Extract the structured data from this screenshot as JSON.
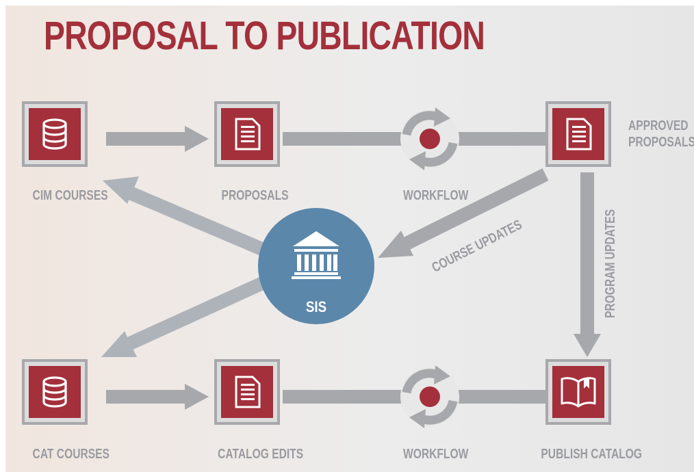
{
  "title": "PROPOSAL TO PUBLICATION",
  "nodes": {
    "cim_courses": "CIM COURSES",
    "proposals": "PROPOSALS",
    "workflow_top": "WORKFLOW",
    "approved_proposals_line1": "APPROVED",
    "approved_proposals_line2": "PROPOSALS",
    "cat_courses": "CAT COURSES",
    "catalog_edits": "CATALOG EDITS",
    "workflow_bottom": "WORKFLOW",
    "publish_catalog": "PUBLISH CATALOG"
  },
  "sis": {
    "label": "SIS"
  },
  "edges": {
    "course_updates": "COURSE UPDATES",
    "program_updates": "PROGRAM UPDATES"
  },
  "colors": {
    "title": "#a3303b",
    "node_fill": "#a3303b",
    "node_border": "#a7a8ab",
    "arrow": "#a7a8ab",
    "sis_fill": "#5b87ab",
    "label": "#9a9ba0"
  },
  "icons": {
    "cim_courses": "database-icon",
    "proposals": "document-icon",
    "approved_proposals": "document-icon",
    "cat_courses": "database-icon",
    "catalog_edits": "document-icon",
    "publish_catalog": "open-book-icon",
    "workflow": "cycle-arrows-icon",
    "sis": "building-columns-icon"
  }
}
